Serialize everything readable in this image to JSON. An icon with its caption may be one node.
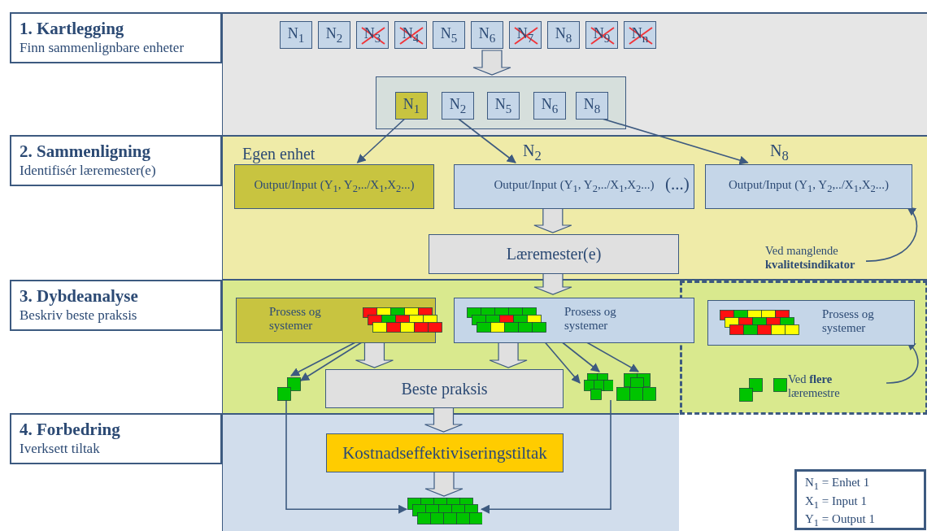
{
  "diagram": {
    "nodes": [
      {
        "text": [
          "1. Kartlegging",
          "Finn sammenlignbare enheter"
        ]
      },
      {
        "text": [],
        "shape": "band"
      },
      {
        "text": [
          "N$_{1}$"
        ],
        "in": 1
      },
      {
        "text": [
          "N$_{2}$"
        ],
        "in": 1
      },
      {
        "text": [
          "N$_{3}$"
        ],
        "in": 1
      },
      {
        "text": [
          "N$_{4}$"
        ],
        "in": 1
      },
      {
        "text": [
          "N$_{5}$"
        ],
        "in": 1
      },
      {
        "text": [
          "N$_{6}$"
        ],
        "in": 1
      },
      {
        "text": [
          "N$_{7}$"
        ],
        "in": 1
      },
      {
        "text": [
          "N$_{8}$"
        ],
        "in": 1
      },
      {
        "text": [
          "N$_{9}$"
        ],
        "in": 1
      },
      {
        "text": [
          "N$_{n}$"
        ],
        "in": 1
      },
      {
        "text": [],
        "shape": "box",
        "in": 1
      },
      {
        "text": [
          "N$_{1}$"
        ],
        "in": 12
      },
      {
        "text": [
          "N$_{2}$"
        ],
        "in": 12
      },
      {
        "text": [
          "N$_{5}$"
        ],
        "in": 12
      },
      {
        "text": [
          "N$_{6}$"
        ],
        "in": 12
      },
      {
        "text": [
          "N$_{8}$"
        ],
        "in": 12
      },
      {
        "text": [
          "2. Sammenligning",
          "Identifisér læremester(e)"
        ]
      },
      {
        "text": [],
        "shape": "band"
      },
      {
        "text": [
          "Egen enhet",
          "Output/Input (Y$_{1}$, Y$_{2}$,../X$_{1}$,X$_{2}$...)"
        ],
        "in": 19
      },
      {
        "text": [
          "N$_{2}$",
          "Output/Input (Y$_{1}$, Y$_{2}$,../X$_{1}$,X$_{2}$...)"
        ],
        "in": 19
      },
      {
        "text": [
          "N$_{8}$",
          "Output/Input (Y$_{1}$, Y$_{2}$,../X$_{1}$,X$_{2}$...)"
        ],
        "in": 19
      },
      {
        "text": [
          "Læremester(e)"
        ],
        "in": 19
      },
      {
        "text": [
          "Ved manglende **kvalitetsindikator**"
        ],
        "in": 19
      },
      {
        "text": [
          "3. Dybdeanalyse",
          "Beskriv beste praksis"
        ]
      },
      {
        "text": [],
        "shape": "band"
      },
      {
        "text": [
          "Prosess og systemer"
        ],
        "in": 26
      },
      {
        "text": [
          "Prosess og systemer"
        ],
        "in": 26
      },
      {
        "text": [],
        "shape": "box",
        "in": 26
      },
      {
        "text": [
          "Prosess og systemer"
        ],
        "in": 29
      },
      {
        "text": [],
        "shape": "blocks",
        "in": 26
      },
      {
        "text": [
          "Beste praksis"
        ],
        "in": 26
      },
      {
        "text": [],
        "shape": "blocks",
        "in": 26
      },
      {
        "text": [],
        "shape": "blocks",
        "in": 26
      },
      {
        "text": [],
        "shape": "blocks",
        "in": 29
      },
      {
        "text": [
          "Ved **flere** læremestre"
        ],
        "in": 29
      },
      {
        "text": [
          "4. Forbedring",
          "Iverksett tiltak"
        ]
      },
      {
        "text": [],
        "shape": "band"
      },
      {
        "text": [
          "Kostnadseffektiviseringstiltak"
        ],
        "in": 38
      },
      {
        "text": [],
        "shape": "blocks",
        "in": 38
      },
      {
        "text": [
          "N$_{1}$ = Enhet 1",
          "X$_{1}$ = Input 1",
          "Y$_{1}$ = Output 1"
        ]
      }
    ],
    "edges": [
      {
        "from": null,
        "to": 12,
        "arrow": "to",
        "style": "thick"
      },
      {
        "from": 13,
        "to": 20,
        "arrow": "to"
      },
      {
        "from": 14,
        "to": 21,
        "arrow": "to"
      },
      {
        "from": 17,
        "to": 22,
        "arrow": "to"
      },
      {
        "from": 21,
        "to": 23,
        "arrow": "to",
        "style": "thick"
      },
      {
        "from": 24,
        "to": 22,
        "arrow": "to"
      },
      {
        "from": 23,
        "to": null,
        "arrow": "to",
        "style": "thick"
      },
      {
        "from": 27,
        "to": 31,
        "arrow": "to"
      },
      {
        "from": 27,
        "to": 31,
        "arrow": "to"
      },
      {
        "from": 27,
        "to": 32,
        "arrow": "to",
        "style": "thick"
      },
      {
        "from": 28,
        "to": 32,
        "arrow": "to",
        "style": "thick"
      },
      {
        "from": 28,
        "to": 33,
        "arrow": "to"
      },
      {
        "from": 28,
        "to": 33,
        "arrow": "to"
      },
      {
        "from": 28,
        "to": 34,
        "arrow": "to"
      },
      {
        "from": 36,
        "to": 30,
        "arrow": "to"
      },
      {
        "from": 32,
        "to": 39,
        "arrow": "to",
        "style": "thick"
      },
      {
        "from": 39,
        "to": 40,
        "arrow": "to",
        "style": "thick"
      },
      {
        "from": 31,
        "to": 40,
        "arrow": "to"
      },
      {
        "from": 33,
        "to": 40,
        "arrow": "to"
      }
    ],
    "labels": [
      "(...)"
    ]
  }
}
